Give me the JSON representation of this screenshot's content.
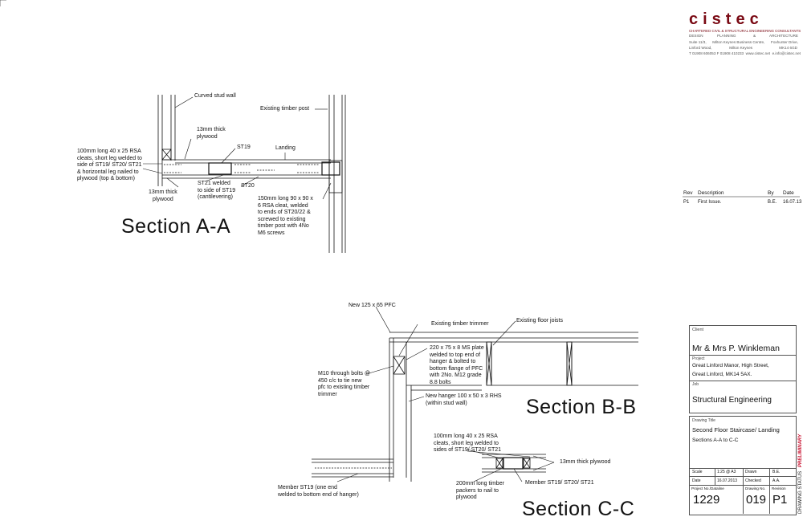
{
  "company": {
    "logo": "cistec",
    "tagline": "CHARTERED CIVIL & STRUCTURAL ENGINEERING CONSULTANTS",
    "disciplines": [
      "DESIGN",
      "PLANNING",
      "&",
      "ARCHITECTURE"
    ],
    "address_line1": "Suite 11/3,      Milton Keynes Business Centre,      Foxhunter Drive,",
    "address_line2": "Linford Wood,                 Milton Keynes                          MK14 6GD",
    "contact": "T 01908 606053 F 01908 410233  www.cistec.net  e.info@cistec.net"
  },
  "revisions": {
    "headers": [
      "Rev",
      "Description",
      "By",
      "Date"
    ],
    "rows": [
      [
        "P1",
        "First Issue.",
        "B.E.",
        "16.07.13"
      ]
    ]
  },
  "sections": {
    "a": "Section A-A",
    "b": "Section B-B",
    "c": "Section C-C"
  },
  "annotations": {
    "a_curved": "Curved stud wall",
    "a_post": "Existing timber post",
    "a_ply_top": "13mm thick\nplywood",
    "a_st19": "ST19",
    "a_landing": "Landing",
    "a_rsa": "100mm long 40 x 25 RSA\ncleats, short leg welded to\nside of ST19/ ST20/ ST21\n& horizontal leg nailed to\nplywood (top & bottom)",
    "a_st21": "ST21 welded\nto side of ST19\n(cantilevering)",
    "a_st20": "ST20",
    "a_ply_bot": "13mm thick\nplywood",
    "a_cleat": "150mm long 90 x 90 x\n6 RSA cleat, welded\nto ends of ST20/22 &\nscrewed to existing\ntimber post with 4No\nM6 screws",
    "b_pfc": "New 125 x 65 PFC",
    "b_trimmer": "Existing timber trimmer",
    "b_joists": "Existing floor joists",
    "b_plate": "220 x 75 x 8 MS plate\nwelded to top end of\nhanger & bolted to\nbottom flange of PFC\nwith 2No. M12 grade\n8.8 bolts",
    "b_bolts": "M10 through bolts @\n450 c/c to tie new\npfc to existing timber\ntrimmer",
    "b_hanger": "New hanger 100 x 50 x 3 RHS\n(within stud wall)",
    "b_member": "Member ST19 (one end\nwelded to bottom end of hanger)",
    "c_rsa": "100mm long 40 x 25 RSA\ncleats, short leg welded to\nsides of ST19/ ST20/ ST21",
    "c_ply": "13mm thick plywood",
    "c_member": "Member ST19/ ST20/ ST21",
    "c_packers": "200mm long timber\npackers to nail to\nplywood"
  },
  "title_block": {
    "client_label": "Client",
    "client": "Mr & Mrs P. Winkleman",
    "project_label": "Project",
    "project_line1": "Great Linford Manor, High Street,",
    "project_line2": "Great Linford, MK14 5AX.",
    "job_label": "Job",
    "job": "Structural Engineering",
    "drawing_title_label": "Drawing Title",
    "drawing_title": "Second Floor Staircase/ Landing",
    "drawing_subtitle": "Sections A-A to C-C",
    "scale_label": "Scale",
    "scale": "1:25 @ A3",
    "drawn_label": "Drawn",
    "drawn": "B.E.",
    "date_label": "Date",
    "date": "16.07.2013",
    "checked_label": "Checked",
    "checked": "A.A.",
    "project_no_label": "Project No./Dataline",
    "project_no": "1229",
    "drawing_no_label": "Drawing No.",
    "drawing_no": "019",
    "revision_label": "Revision",
    "revision": "P1",
    "status_label": "DRAWING STATUS",
    "status": "PRELIMINARY"
  },
  "colors": {
    "line": "#111111",
    "logo": "#7a0a14",
    "status": "#c8102e"
  }
}
